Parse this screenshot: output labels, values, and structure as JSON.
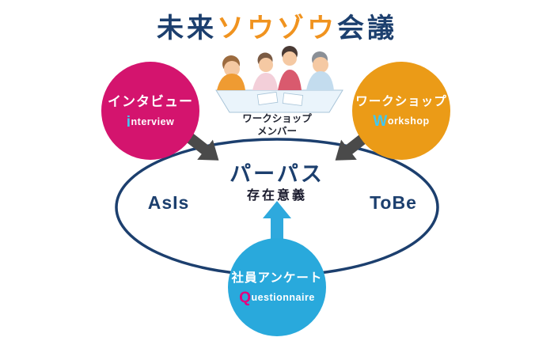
{
  "title": {
    "part1": "未来",
    "part2": "ソウゾウ",
    "part3": "会議"
  },
  "center": {
    "members_label_line1": "ワークショップ",
    "members_label_line2": "メンバー",
    "purpose": "パーパス",
    "purpose_sub": "存在意義"
  },
  "cycle": {
    "left_label": "AsIs",
    "right_label": "ToBe"
  },
  "nodes": {
    "interview": {
      "jp": "インタビュー",
      "en_initial": "i",
      "en_rest": "nterview"
    },
    "workshop": {
      "jp": "ワークショップ",
      "en_initial": "W",
      "en_rest": "orkshop"
    },
    "questionnaire": {
      "jp": "社員アンケート",
      "en_initial": "Q",
      "en_rest": "uestionnaire"
    }
  },
  "icons": {
    "arrow_left": "block-arrow-down-right",
    "arrow_right": "block-arrow-down-left",
    "arrow_up": "block-arrow-up",
    "illustration": "people-meeting-around-table"
  },
  "colors": {
    "navy": "#1c3f6e",
    "title_orange": "#f0931f",
    "interview_magenta": "#d4146e",
    "workshop_orange": "#eb9b17",
    "questionnaire_blue": "#29a9dc",
    "arrow_gray": "#4a4a4a",
    "arrow_blue": "#2ea9dd",
    "initial_cyan": "#3fc8f2",
    "initial_magenta": "#e4007f"
  }
}
